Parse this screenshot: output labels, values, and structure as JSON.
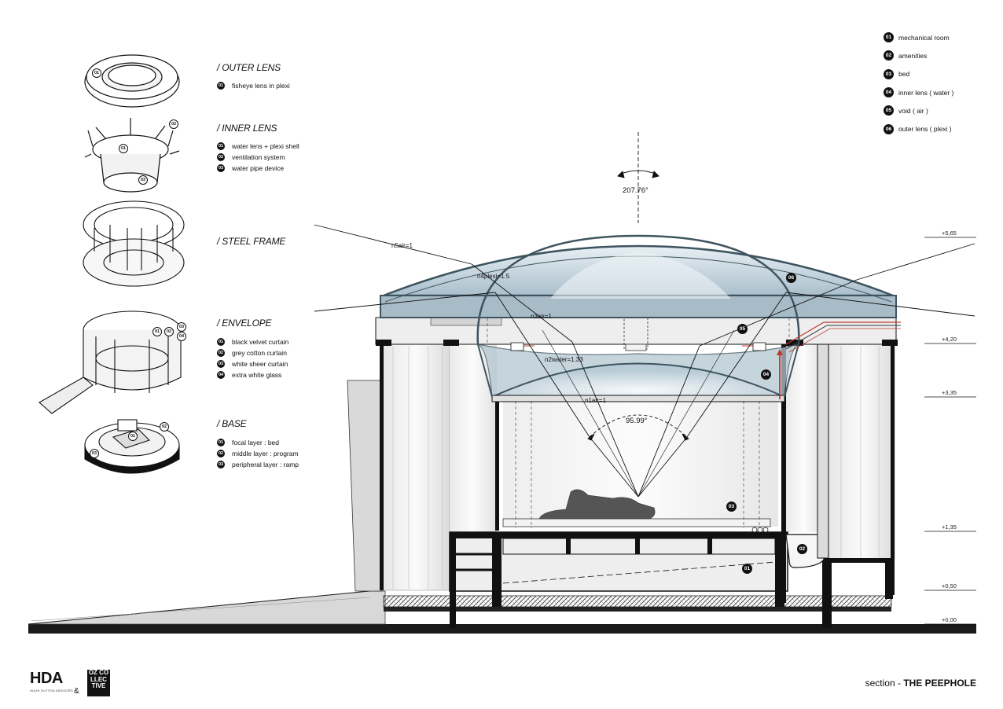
{
  "legend": [
    {
      "num": "01",
      "label": "mechanical room"
    },
    {
      "num": "02",
      "label": "amenities"
    },
    {
      "num": "03",
      "label": "bed"
    },
    {
      "num": "04",
      "label": "inner lens ( water )"
    },
    {
      "num": "05",
      "label": "void ( air )"
    },
    {
      "num": "06",
      "label": "outer lens ( plexi )"
    }
  ],
  "components": [
    {
      "title": "/ OUTER LENS",
      "items": [
        {
          "num": "01",
          "label": "fisheye lens in plexi"
        }
      ]
    },
    {
      "title": "/ INNER LENS",
      "items": [
        {
          "num": "01",
          "label": "water lens + plexi shell"
        },
        {
          "num": "02",
          "label": "ventilation system"
        },
        {
          "num": "03",
          "label": "water pipe device"
        }
      ]
    },
    {
      "title": "/ STEEL FRAME",
      "items": []
    },
    {
      "title": "/ ENVELOPE",
      "items": [
        {
          "num": "01",
          "label": "black velvet curtain"
        },
        {
          "num": "02",
          "label": "grey cotton curtain"
        },
        {
          "num": "03",
          "label": "white sheer curtain"
        },
        {
          "num": "04",
          "label": "extra white glass"
        }
      ]
    },
    {
      "title": "/ BASE",
      "items": [
        {
          "num": "01",
          "label": "focal layer : bed"
        },
        {
          "num": "02",
          "label": "middle layer : program"
        },
        {
          "num": "03",
          "label": "peripheral layer : ramp"
        }
      ]
    }
  ],
  "levels": [
    "+5,65",
    "+4,20",
    "+3,35",
    "+1,35",
    "+0,50",
    "+0,00"
  ],
  "optics": {
    "angle_top": "207.76°",
    "angle_bottom": "95.99°",
    "n5": "n5air=1",
    "n4": "n4plexi=1.5",
    "n3": "n3air=1",
    "n2": "n2water=1.33",
    "n1": "n1air=1"
  },
  "section_tags": [
    "01",
    "02",
    "03",
    "04",
    "05",
    "06"
  ],
  "footer": {
    "hda": "HDA",
    "hda_sub": "HUGH DUTTON ASSOCIÉS",
    "amp": "&",
    "logo_text": "OZ CO LLEC TIVE",
    "caption_prefix": "section - ",
    "caption_title": "THE PEEPHOLE"
  },
  "colors": {
    "ink": "#111111",
    "glass": "#9fb6c4",
    "frame": "#3e5560",
    "pipe": "#c0392b"
  }
}
